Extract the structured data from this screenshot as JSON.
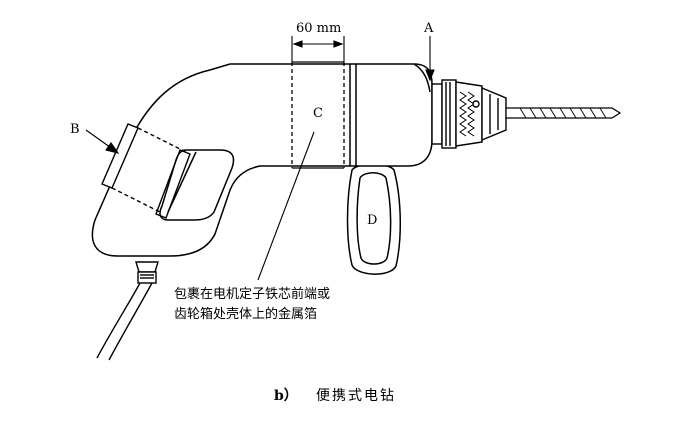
{
  "figure": {
    "dimension": "60 mm",
    "labels": {
      "a": "A",
      "b": "B",
      "c": "C",
      "d": "D"
    },
    "annotation_line1": "包裹在电机定子铁芯前端或",
    "annotation_line2": "齿轮箱处壳体上的金属箔",
    "caption_prefix": "b）",
    "caption_text": "便携式电钻"
  }
}
